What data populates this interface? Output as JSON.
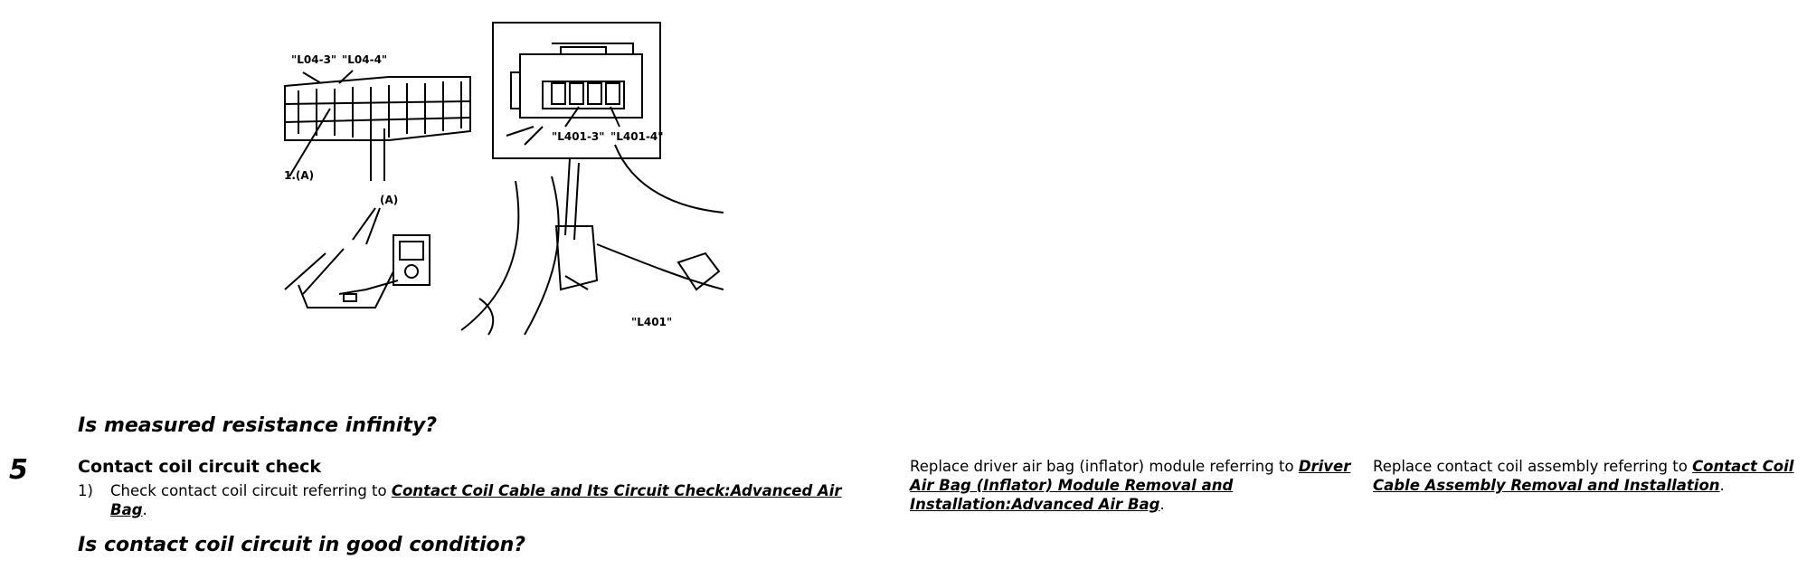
{
  "illustration": {
    "labels": {
      "l04_3": "\"L04-3\"",
      "l04_4": "\"L04-4\"",
      "one_a": "1.(A)",
      "a": "(A)",
      "l401_3": "\"L401-3\"",
      "l401_4": "\"L401-4\"",
      "l401": "\"L401\""
    }
  },
  "step4": {
    "question": "Is measured resistance infinity?"
  },
  "step5": {
    "number": "5",
    "title": "Contact coil circuit check",
    "instruction": {
      "num": "1)",
      "text": "Check contact coil circuit referring to ",
      "link": "Contact Coil Cable and Its Circuit Check:Advanced Air Bag",
      "end": "."
    },
    "question": "Is contact coil circuit in good condition?",
    "yes": {
      "text": "Replace driver air bag (inflator) module referring to ",
      "link": "Driver Air Bag (Inflator) Module Removal and Installation:Advanced Air Bag",
      "end": "."
    },
    "no": {
      "text": "Replace contact coil assembly referring to ",
      "link": "Contact Coil Cable Assembly Removal and Installation",
      "end": "."
    }
  }
}
